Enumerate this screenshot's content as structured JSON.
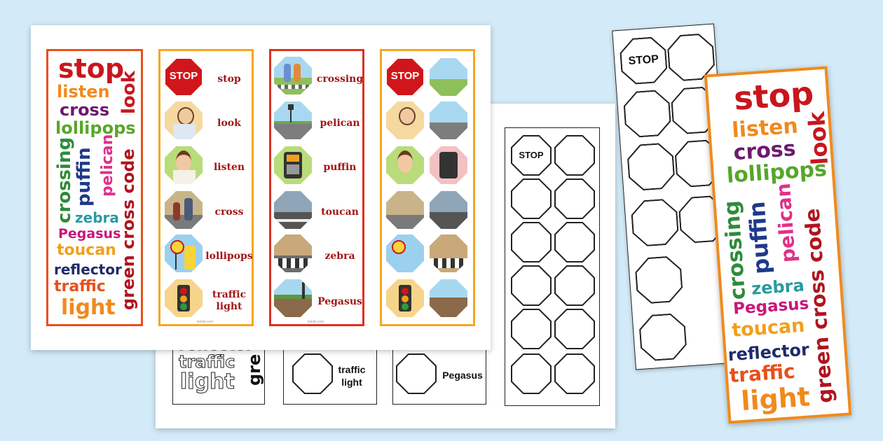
{
  "word_cloud": {
    "stop": "stop",
    "listen": "listen",
    "look": "look",
    "cross": "cross",
    "lollipops": "lollipops",
    "crossing": "crossing",
    "puffin": "puffin",
    "pelican": "pelican",
    "green_cross_code": "green cross code",
    "zebra": "zebra",
    "pegasus": "Pegasus",
    "toucan": "toucan",
    "reflector": "reflector",
    "traffic": "traffic",
    "light": "light"
  },
  "bookmark_left": {
    "stop_sign": "STOP",
    "labels": [
      "stop",
      "look",
      "listen",
      "cross",
      "lollipops",
      "traffic light"
    ]
  },
  "bookmark_crossings": {
    "labels": [
      "crossing",
      "pelican",
      "puffin",
      "toucan",
      "zebra",
      "Pegasus"
    ]
  },
  "bookmark_pairs": {
    "stop_sign": "STOP"
  },
  "bw_sheet": {
    "outline_words": [
      "reflector",
      "traffic",
      "light"
    ],
    "labels": [
      "traffic light",
      "Pegasus"
    ],
    "stop_sign": "STOP"
  },
  "colors": {
    "background": "#d3ebf8",
    "orange_border": "#f5a623",
    "red_border": "#e0301e",
    "label_red": "#a31616"
  }
}
